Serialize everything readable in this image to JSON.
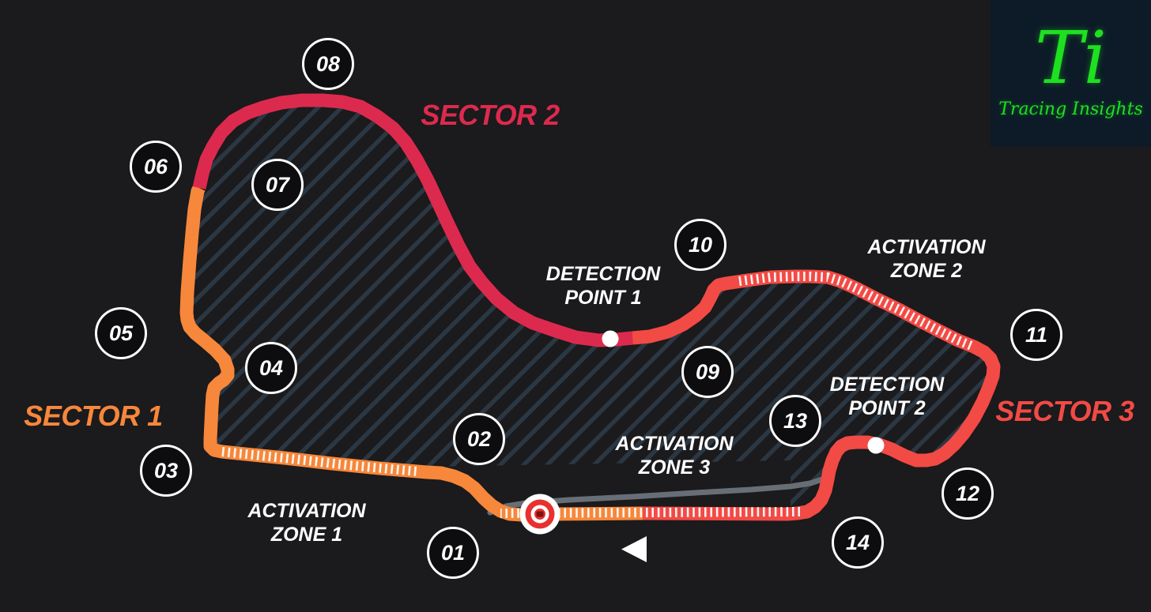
{
  "logo": {
    "monogram": "Ti",
    "name": "Tracing Insights"
  },
  "sectors": [
    {
      "label": "SECTOR 1",
      "color": "#f6873b"
    },
    {
      "label": "SECTOR 2",
      "color": "#dc2a4e"
    },
    {
      "label": "SECTOR 3",
      "color": "#f24a45"
    }
  ],
  "turns": [
    {
      "label": "01"
    },
    {
      "label": "02"
    },
    {
      "label": "03"
    },
    {
      "label": "04"
    },
    {
      "label": "05"
    },
    {
      "label": "06"
    },
    {
      "label": "07"
    },
    {
      "label": "08"
    },
    {
      "label": "09"
    },
    {
      "label": "10"
    },
    {
      "label": "11"
    },
    {
      "label": "12"
    },
    {
      "label": "13"
    },
    {
      "label": "14"
    }
  ],
  "drs_zones": [
    {
      "line1": "ACTIVATION",
      "line2": "ZONE 1"
    },
    {
      "line1": "ACTIVATION",
      "line2": "ZONE 2"
    },
    {
      "line1": "ACTIVATION",
      "line2": "ZONE 3"
    }
  ],
  "detection_points": [
    {
      "line1": "DETECTION",
      "line2": "POINT 1"
    },
    {
      "line1": "DETECTION",
      "line2": "POINT 2"
    }
  ],
  "colors": {
    "background": "#1b1a1c",
    "sector1": "#f6873b",
    "sector2": "#dc2a4e",
    "sector3": "#f24a45",
    "pitlane": "#686e76",
    "hatch": "#2b3742",
    "white": "#ffffff",
    "marker_fill": "#0d0d0f",
    "logo_bg": "#0d1b28",
    "logo_green": "#1ee020",
    "bullseye_red": "#e8312f"
  }
}
